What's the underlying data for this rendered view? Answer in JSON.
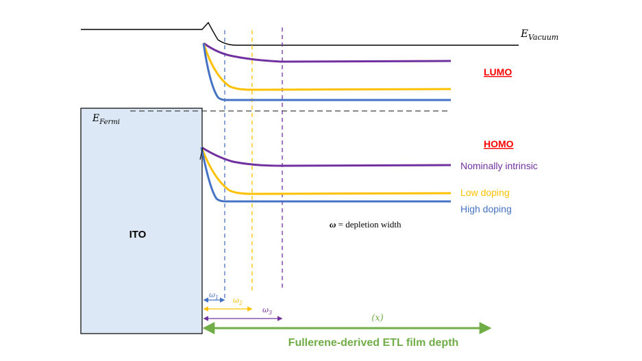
{
  "diagram": {
    "vacuum_label": {
      "base": "E",
      "sub": "Vacuum"
    },
    "fermi_label": {
      "base": "E",
      "sub": "Fermi"
    },
    "ito_label": "ITO",
    "lumo_label": "LUMO",
    "homo_label": "HOMO",
    "series": [
      {
        "key": "intrinsic",
        "label": "Nominally intrinsic",
        "color": "#7030A0"
      },
      {
        "key": "low",
        "label": "Low doping",
        "color": "#FFC000"
      },
      {
        "key": "high",
        "label": "High doping",
        "color": "#4472C4"
      }
    ],
    "omega_note": {
      "symbol": "ω",
      "text": " = depletion width"
    },
    "omega_labels": [
      {
        "base": "ω",
        "sub": "1",
        "color": "#4472C4"
      },
      {
        "base": "ω",
        "sub": "2",
        "color": "#FFC000"
      },
      {
        "base": "ω",
        "sub": "3",
        "color": "#7030A0"
      }
    ],
    "x_axis_symbol": "(x)",
    "x_axis_title": "Fullerene-derived ETL film depth",
    "colors": {
      "lumo_homo_label": "#FF0000",
      "axis_green": "#70AD47",
      "ito_fill": "#DCE8F5",
      "dark": "#000000",
      "fermi_dash": "#404040"
    }
  }
}
